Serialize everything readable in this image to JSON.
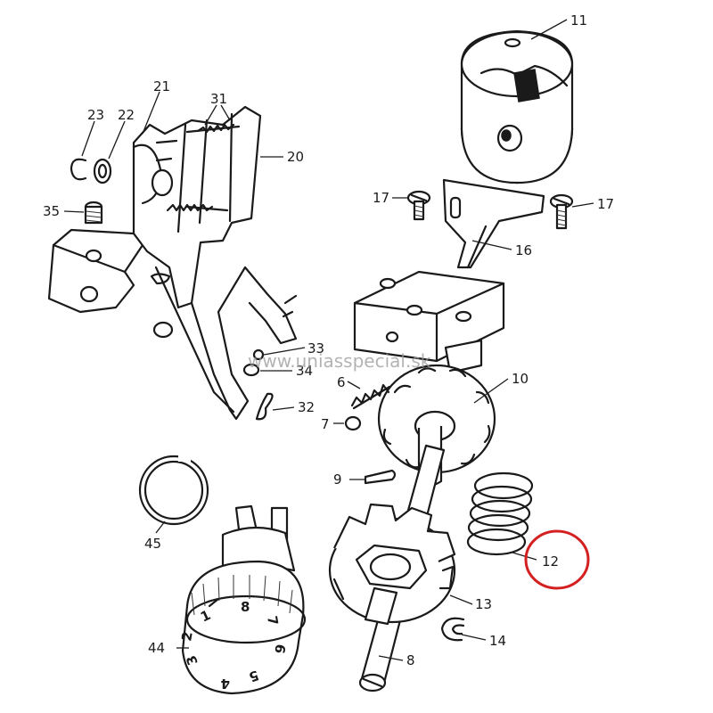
{
  "watermark": "www.uniasspecial.sk",
  "labels": {
    "p11": "11",
    "p21": "21",
    "p31": "31",
    "p23": "23",
    "p22": "22",
    "p20": "20",
    "p35": "35",
    "p17a": "17",
    "p17b": "17",
    "p16": "16",
    "p33": "33",
    "p34": "34",
    "p6": "6",
    "p10": "10",
    "p32": "32",
    "p7": "7",
    "p9": "9",
    "p45": "45",
    "p12": "12",
    "p13": "13",
    "p44": "44",
    "p14": "14",
    "p8": "8"
  },
  "dial_numbers": [
    "1",
    "8",
    "7",
    "2",
    "6",
    "3",
    "4",
    "5"
  ],
  "highlight": {
    "target": "12",
    "color": "#d42020"
  }
}
